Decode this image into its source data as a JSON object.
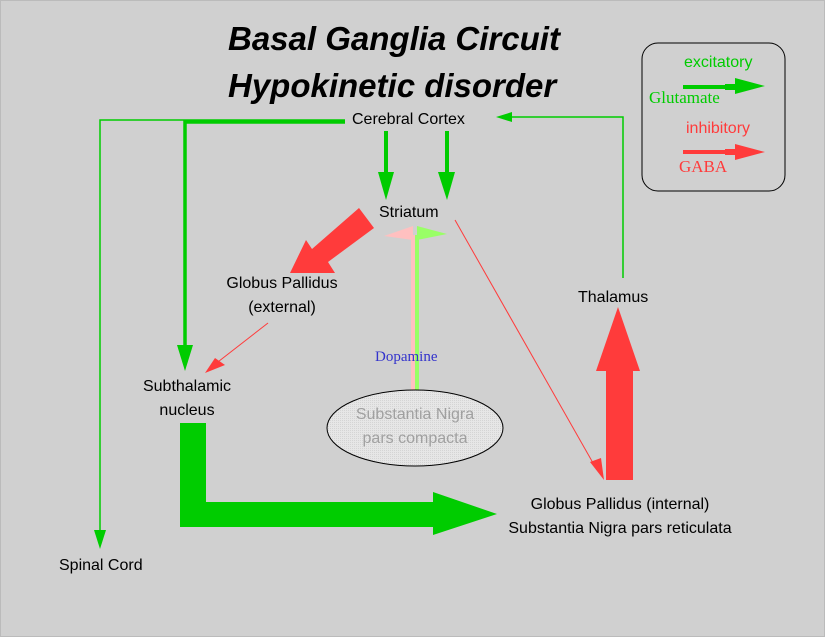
{
  "title": {
    "line1": "Basal Ganglia Circuit",
    "line2": "Hypokinetic disorder"
  },
  "legend": {
    "excitatory_label": "excitatory",
    "excitatory_transmitter": "Glutamate",
    "inhibitory_label": "inhibitory",
    "inhibitory_transmitter": "GABA"
  },
  "nodes": {
    "cerebral_cortex": "Cerebral Cortex",
    "striatum": "Striatum",
    "gp_external_line1": "Globus Pallidus",
    "gp_external_line2": "(external)",
    "subthalamic_line1": "Subthalamic",
    "subthalamic_line2": "nucleus",
    "snc_line1": "Substantia Nigra",
    "snc_line2": "pars compacta",
    "dopamine": "Dopamine",
    "thalamus": "Thalamus",
    "gp_internal_line1": "Globus Pallidus (internal)",
    "gp_internal_line2": "Substantia Nigra pars reticulata",
    "spinal_cord": "Spinal Cord"
  },
  "colors": {
    "background": "#d0d0d0",
    "excitatory": "#00cc00",
    "inhibitory": "#ff3b3b",
    "dopamine_excitatory": "#99ff66",
    "dopamine_inhibitory": "#ffc0c0",
    "dopamine_text": "#3333cc",
    "snc_text": "#a0a0a0"
  }
}
